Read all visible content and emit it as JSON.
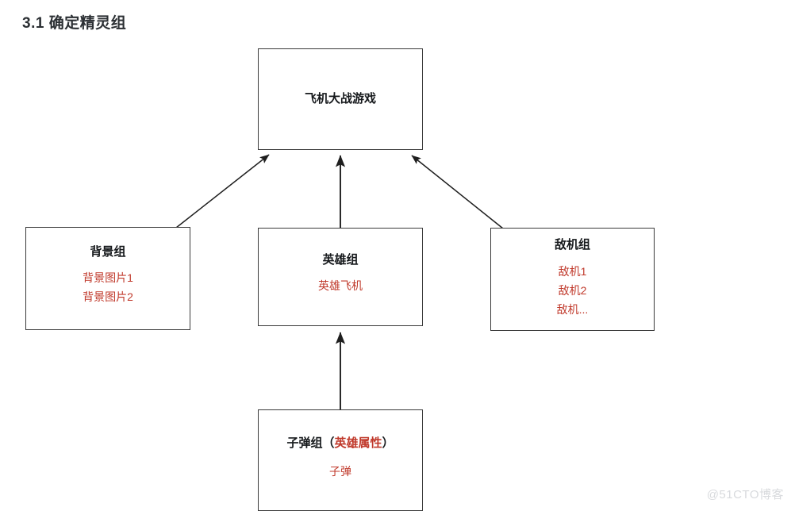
{
  "page": {
    "title": "3.1 确定精灵组",
    "watermark": "@51CTO博客",
    "accent_color": "#c0392b",
    "line_color": "#3a3a3a",
    "background_color": "#ffffff"
  },
  "diagram": {
    "type": "hierarchy",
    "nodes": [
      {
        "id": "root",
        "title": "飞机大战游戏",
        "items": []
      },
      {
        "id": "background",
        "title": "背景组",
        "items": [
          "背景图片1",
          "背景图片2"
        ]
      },
      {
        "id": "hero",
        "title": "英雄组",
        "items": [
          "英雄飞机"
        ]
      },
      {
        "id": "enemy",
        "title": "敌机组",
        "items": [
          "敌机1",
          "敌机2",
          "敌机..."
        ]
      },
      {
        "id": "bullet",
        "title_plain": "子弹组（",
        "title_accent": "英雄属性",
        "title_tail": "）",
        "items": [
          "子弹"
        ]
      }
    ],
    "edges": [
      {
        "from": "background",
        "to": "root",
        "label": ""
      },
      {
        "from": "hero",
        "to": "root",
        "label": ""
      },
      {
        "from": "enemy",
        "to": "root",
        "label": ""
      },
      {
        "from": "bullet",
        "to": "hero",
        "label": ""
      }
    ]
  }
}
